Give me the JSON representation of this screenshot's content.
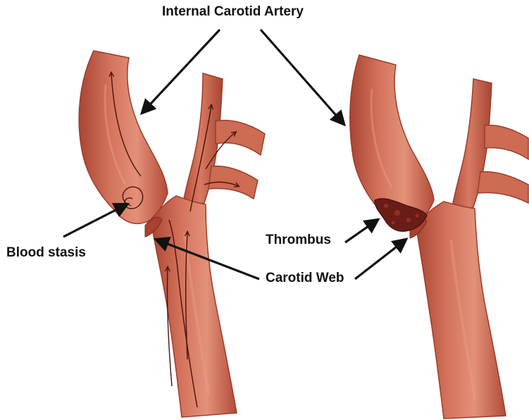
{
  "labels": {
    "internal_carotid_artery": "Internal Carotid Artery",
    "blood_stasis": "Blood stasis",
    "thrombus": "Thrombus",
    "carotid_web": "Carotid Web"
  },
  "colors": {
    "vessel": "#cf6a52",
    "vessel_highlight": "#e3907a",
    "vessel_shadow": "#8e3526",
    "thrombus": "#6a1d16",
    "arrow": "#111111"
  }
}
